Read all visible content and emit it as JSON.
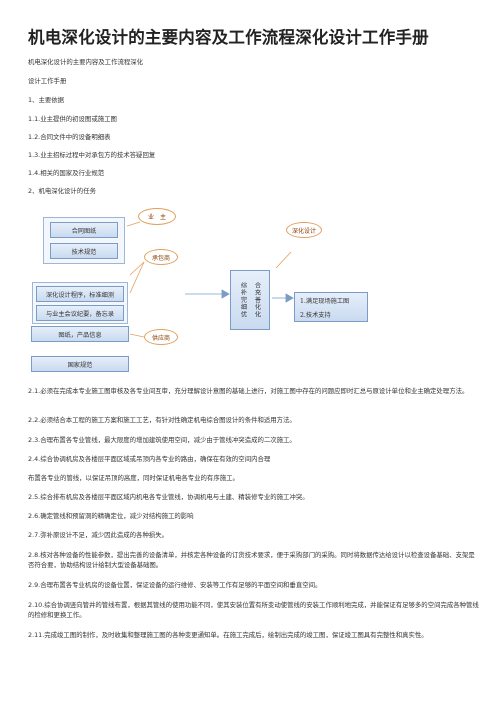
{
  "title": "机电深化设计的主要内容及工作流程深化设计工作手册",
  "intro": {
    "line1": "机电深化设计的主要内容及工作流程深化",
    "line2": "设计工作手册",
    "section1": "1、主要依据",
    "items1": [
      "1.1.业主提供的初设图或施工图",
      "1.2.合同文件中的设备明细表",
      "1.3.业主招标过程中对承包方的技术答疑回复",
      "1.4.相关的国家及行业规范"
    ],
    "section2": "2、机电深化设计的任务"
  },
  "diagram": {
    "owner": "业　主",
    "contract_drawings": "合同图纸",
    "tech_specs": "技术规范",
    "subcontractor": "承包商",
    "deepening_program": "深化设计程序，标准细测",
    "meeting_records": "与业主会议纪要，备忘录",
    "supplier": "供应商",
    "drawings_product_info": "图纸，产品信息",
    "national_specs": "国家规范",
    "center_col1": "综补完细优",
    "center_col2": "合充善化化",
    "deepening_design": "深化设计",
    "result1": "1.满足现场施工图",
    "result2": "2.技术支持"
  },
  "paragraphs": [
    "2.1.必须在完成本专业施工图审核及各专业间互审，充分理解设计意图的基础上进行，对施工图中存在的问题应即时汇总与原设计单位和业主确定处理方法。",
    "2.2.必须结合本工程的施工方案和施工工艺，有针对性确定机电综合图设计的条件和适用方法。",
    "2.3.合理布置各专业管线，最大限度的增加建筑使用空间，减少由于管线冲突造成的二次施工。",
    "2.4.综合协调机房及各楼层平面区域或吊顶内各专业的路由，确保在有效的空间内合理",
    "布置各专业的管线，以保证吊顶的高度，同时保证机电各专业的有序施工。",
    "2.5.综合排布机房及各楼层平面区域内机电各专业管线，协调机电与土建、精装修专业的施工冲突。",
    "2.6.确定管线和预留洞的精确定位，减少对结构施工的影响",
    "2.7.弥补原设计不足，减少因此造成的各种损失。",
    "2.8.核对各种设备的性能参数，提出完善的设备清单，并核定各种设备的订货技术要求，便于采购部门的采购。同时将数据传达给设计以检查设备基础、支架是否符合要，协助结构设计绘制大型设备基础图。",
    "2.9.合理布置各专业机房的设备位置，保证设备的运行维修、安装等工作有足够的平面空间和垂直空间。",
    "2.10.综合协调竖向管井的管线布置，根据其管线的使用功能不同，使其安装位置有所变动使管线的安装工作顺利地完成，并能保证有足够多的空间完成各种管线的检修和更换工作。",
    "2.11.完成竣工图的制作，及时收集和整理施工图的各种变更通知单。在施工完成后，绘制出完成的竣工图，保证竣工图具有完整性和真实性。"
  ]
}
